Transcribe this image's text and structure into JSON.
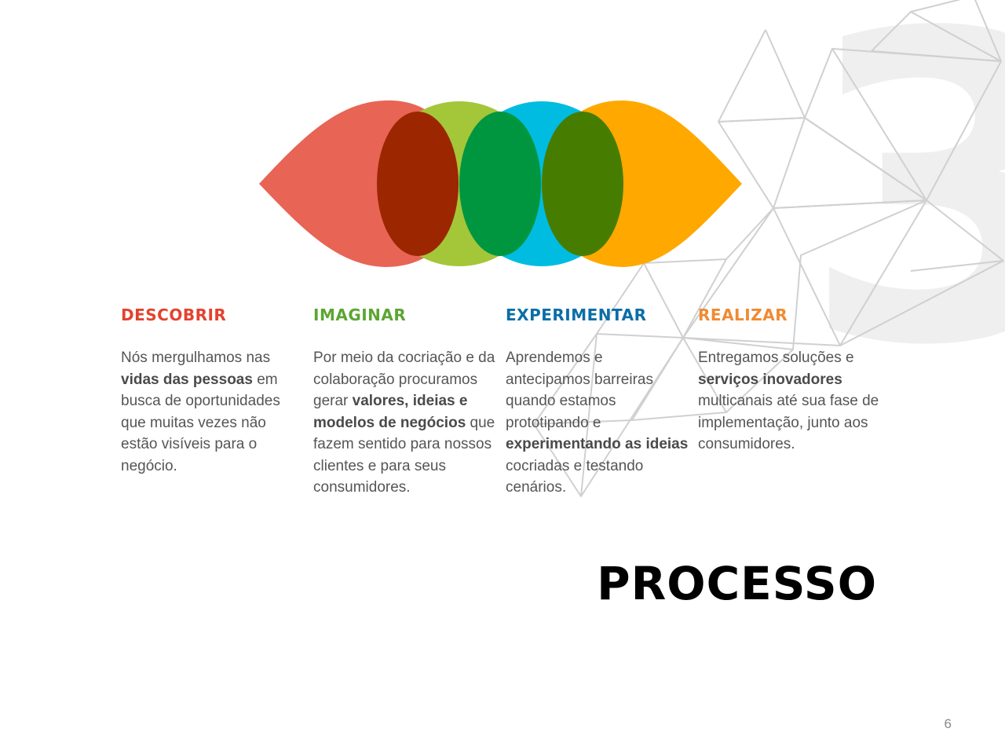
{
  "colors": {
    "red": "#E3422F",
    "green": "#A4C639",
    "cyan": "#00BCE0",
    "orange": "#FFA800",
    "red_green_overlap": "#9B2600",
    "green_cyan_overlap": "#009640",
    "cyan_orange_overlap": "#467D00",
    "text": "#555555",
    "big_digit": "#EFEFEF",
    "line_art": "#D0D0D0"
  },
  "background": {
    "big_digit": "3"
  },
  "columns": [
    {
      "title": "DESCOBRIR",
      "title_color": "#E3422F",
      "body": [
        {
          "text": "Nós mergulhamos nas ",
          "bold": false
        },
        {
          "text": "vidas das pessoas",
          "bold": true
        },
        {
          "text": " em busca de oportunidades que muitas vezes não estão visíveis para o negócio.",
          "bold": false
        }
      ]
    },
    {
      "title": "IMAGINAR",
      "title_color": "#5BA633",
      "body": [
        {
          "text": "Por meio da cocriação e da colaboração procuramos gerar ",
          "bold": false
        },
        {
          "text": "valores, ideias e modelos de negócios",
          "bold": true
        },
        {
          "text": " que fazem sentido para nossos clientes e para seus consumidores.",
          "bold": false
        }
      ]
    },
    {
      "title": "EXPERIMENTAR",
      "title_color": "#0A6EA8",
      "body": [
        {
          "text": "Aprendemos e antecipamos barreiras quando estamos prototipando e ",
          "bold": false
        },
        {
          "text": "experimentando as ideias",
          "bold": true
        },
        {
          "text": " cocriadas e testando cenários.",
          "bold": false
        }
      ]
    },
    {
      "title": "REALIZAR",
      "title_color": "#F08A33",
      "body": [
        {
          "text": "Entregamos soluções e ",
          "bold": false
        },
        {
          "text": "serviços inovadores",
          "bold": true
        },
        {
          "text": " multicanais até sua fase de implementação, junto aos consumidores.",
          "bold": false
        }
      ]
    }
  ],
  "title": "PROCESSO",
  "page_number": "6"
}
